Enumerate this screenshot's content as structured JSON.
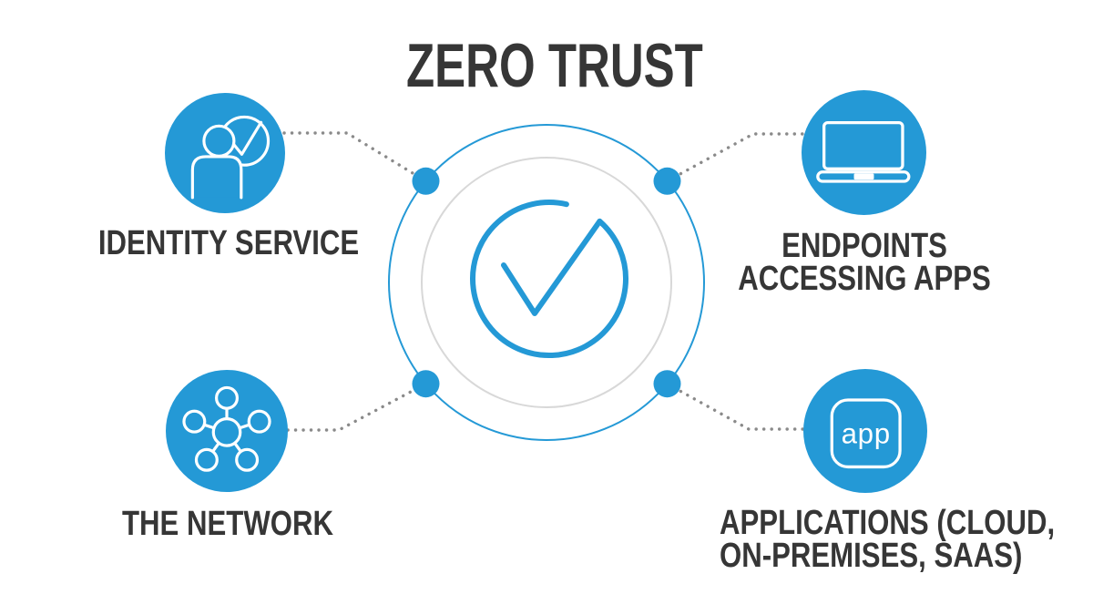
{
  "title": "ZERO TRUST",
  "colors": {
    "accent_blue": "#2499d6",
    "ring_gray": "#d8d8d8",
    "connector_gray": "#8a8a8a",
    "text_dark": "#363636",
    "icon_stroke": "#ffffff"
  },
  "center": {
    "icon": "check-circle-icon"
  },
  "nodes": {
    "identity": {
      "icon": "user-check-icon",
      "lines": [
        "IDENTITY SERVICE"
      ]
    },
    "endpoints": {
      "icon": "laptop-icon",
      "lines": [
        "ENDPOINTS",
        "ACCESSING APPS"
      ]
    },
    "network": {
      "icon": "network-hub-icon",
      "lines": [
        "THE NETWORK"
      ]
    },
    "applications": {
      "icon": "app-badge-icon",
      "badge_text": "app",
      "lines": [
        "APPLICATIONS (CLOUD,",
        "ON-PREMISES, SAAS)"
      ]
    }
  }
}
